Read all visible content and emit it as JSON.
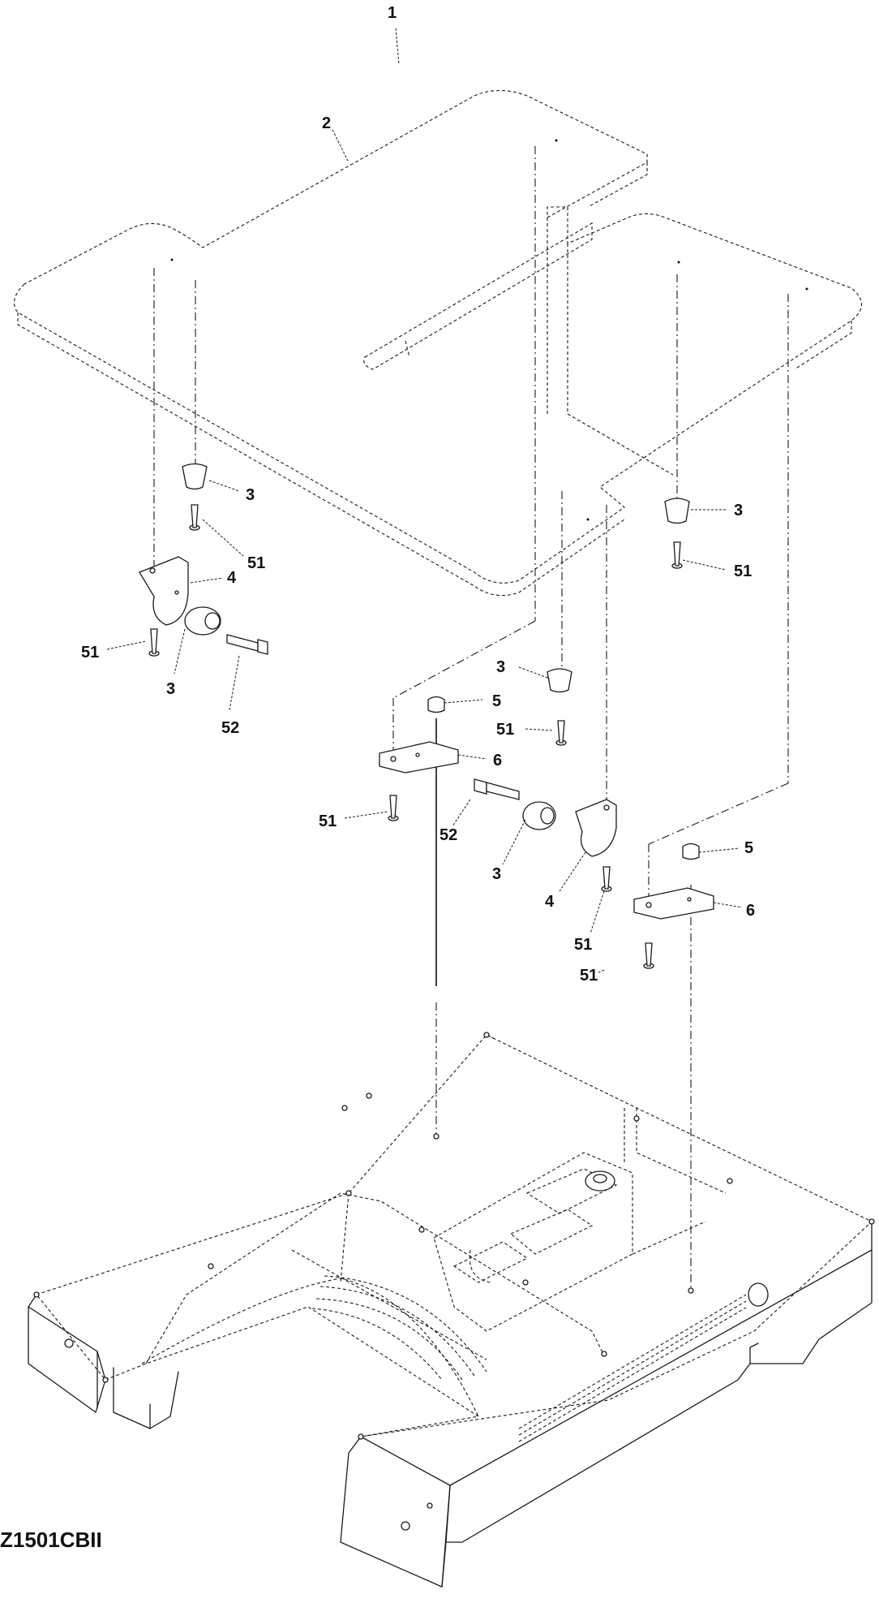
{
  "figure": {
    "code": "Z1501CBII"
  },
  "callouts": [
    {
      "id": "c1",
      "text": "1"
    },
    {
      "id": "c2",
      "text": "2"
    },
    {
      "id": "c3a",
      "text": "3"
    },
    {
      "id": "c51a",
      "text": "51"
    },
    {
      "id": "c4a",
      "text": "4"
    },
    {
      "id": "c51b",
      "text": "51"
    },
    {
      "id": "c3b",
      "text": "3"
    },
    {
      "id": "c52a",
      "text": "52"
    },
    {
      "id": "c3c",
      "text": "3"
    },
    {
      "id": "c51c",
      "text": "51"
    },
    {
      "id": "c3d",
      "text": "3"
    },
    {
      "id": "c5a",
      "text": "5"
    },
    {
      "id": "c51d",
      "text": "51"
    },
    {
      "id": "c6a",
      "text": "6"
    },
    {
      "id": "c51e",
      "text": "51"
    },
    {
      "id": "c52b",
      "text": "52"
    },
    {
      "id": "c3e",
      "text": "3"
    },
    {
      "id": "c4b",
      "text": "4"
    },
    {
      "id": "c5b",
      "text": "5"
    },
    {
      "id": "c6b",
      "text": "6"
    },
    {
      "id": "c51f",
      "text": "51"
    },
    {
      "id": "c51g",
      "text": "51"
    }
  ]
}
